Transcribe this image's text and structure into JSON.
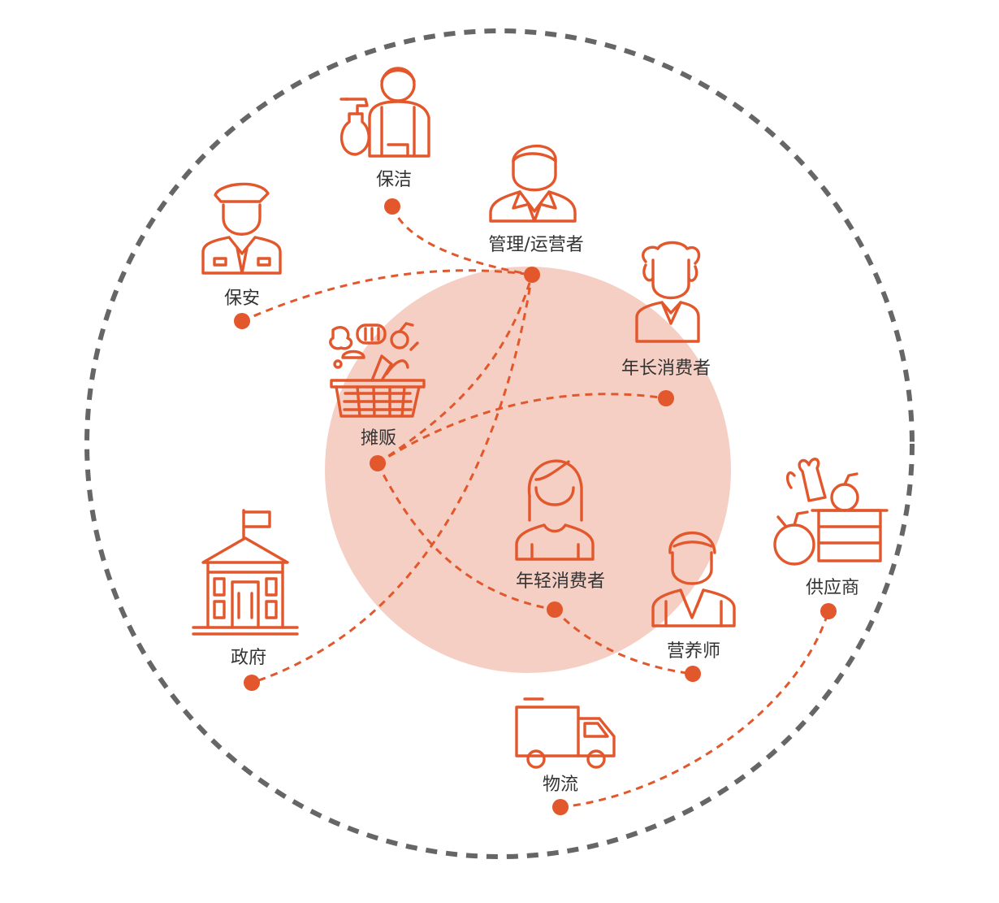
{
  "colors": {
    "accent": "#e2572b",
    "center_fill": "#f5cfc4",
    "ring": "#666666",
    "label": "#333333"
  },
  "labels": {
    "cleaning": "保洁",
    "manager": "管理/运营者",
    "security": "保安",
    "elderly": "年长消费者",
    "vendor": "摊贩",
    "young": "年轻消费者",
    "supplier": "供应商",
    "nutritionist": "营养师",
    "government": "政府",
    "logistics": "物流"
  },
  "icons": {
    "cleaning": "cleaner-with-spray-icon",
    "manager": "businessman-icon",
    "security": "security-guard-icon",
    "elderly": "elderly-man-icon",
    "vendor": "vegetable-basket-icon",
    "young": "young-woman-icon",
    "supplier": "produce-crate-icon",
    "nutritionist": "doctor-icon",
    "government": "government-building-icon",
    "logistics": "delivery-truck-icon"
  }
}
